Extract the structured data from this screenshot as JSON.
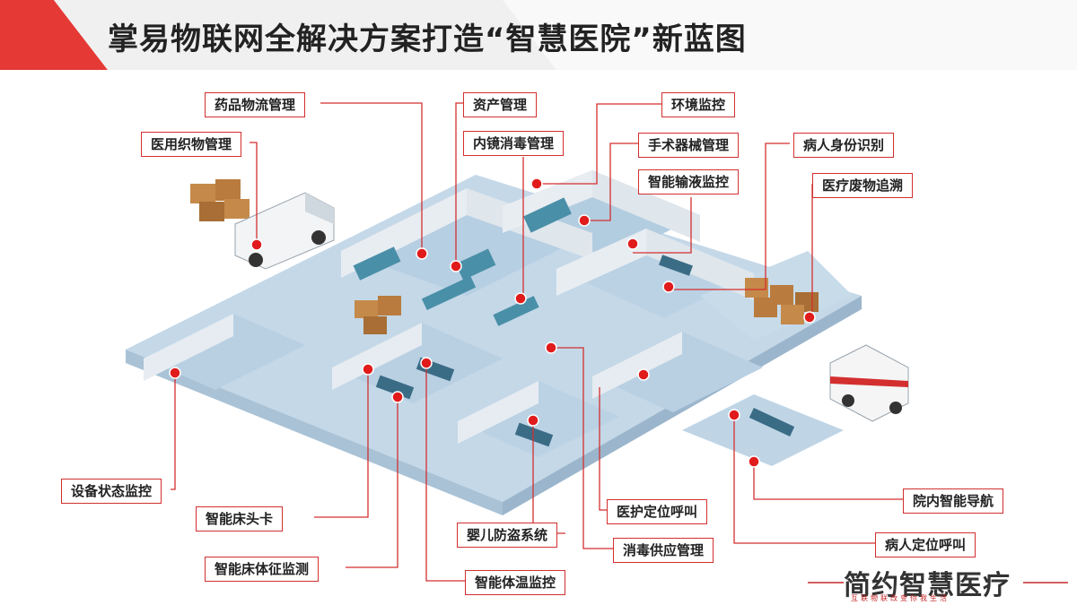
{
  "title": "掌易物联网全解决方案打造“智慧医院”新蓝图",
  "colors": {
    "accent": "#d32f2f",
    "floor": "#bcd3e4",
    "wall": "#e9eef3"
  },
  "labels": [
    {
      "id": "drug",
      "text": "药品物流管理"
    },
    {
      "id": "linen",
      "text": "医用织物管理"
    },
    {
      "id": "asset",
      "text": "资产管理"
    },
    {
      "id": "endoscope",
      "text": "内镜消毒管理"
    },
    {
      "id": "env",
      "text": "环境监控"
    },
    {
      "id": "surgical",
      "text": "手术器械管理"
    },
    {
      "id": "infusion",
      "text": "智能输液监控"
    },
    {
      "id": "patient_id",
      "text": "病人身份识别"
    },
    {
      "id": "waste",
      "text": "医疗废物追溯"
    },
    {
      "id": "equip",
      "text": "设备状态监控"
    },
    {
      "id": "bedcard",
      "text": "智能床头卡"
    },
    {
      "id": "vital",
      "text": "智能床体征监测"
    },
    {
      "id": "infant",
      "text": "婴儿防盗系统"
    },
    {
      "id": "temp",
      "text": "智能体温监控"
    },
    {
      "id": "nurse",
      "text": "医护定位呼叫"
    },
    {
      "id": "disinfect",
      "text": "消毒供应管理"
    },
    {
      "id": "navigate",
      "text": "院内智能导航"
    },
    {
      "id": "patient_loc",
      "text": "病人定位呼叫"
    }
  ],
  "brand": {
    "name": "简约智慧医疗",
    "slogan": "互联物联改变你我生活"
  }
}
